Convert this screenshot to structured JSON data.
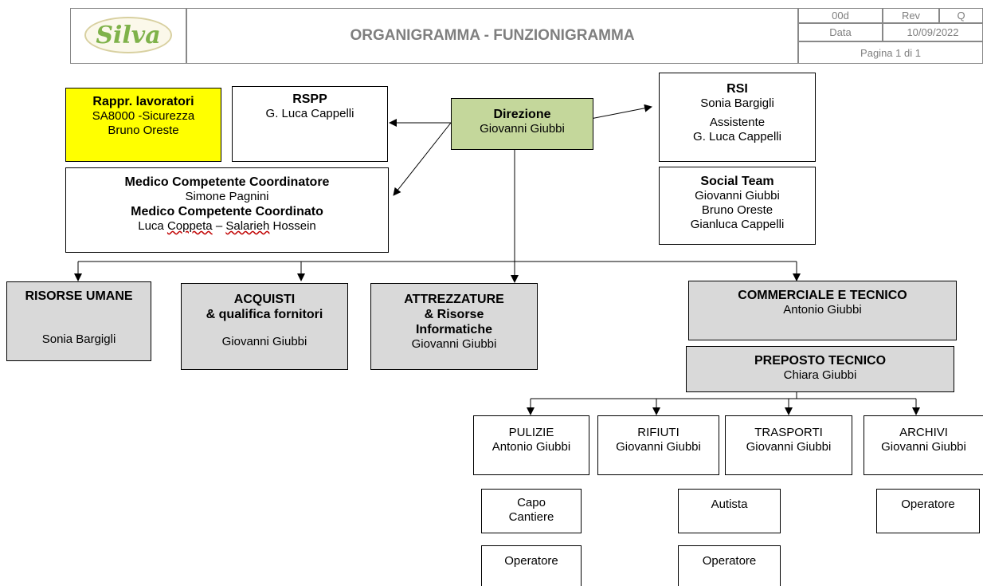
{
  "header": {
    "logo_text": "Silva",
    "title": "ORGANIGRAMMA - FUNZIONIGRAMMA",
    "code": "00d",
    "rev_label": "Rev",
    "rev_value": "Q",
    "date_label": "Data",
    "date_value": "10/09/2022",
    "page": "Pagina 1 di 1"
  },
  "rappr": {
    "title": "Rappr. lavoratori",
    "line1": "SA8000 -Sicurezza",
    "line2": "Bruno Oreste"
  },
  "rspp": {
    "title": "RSPP",
    "name": "G. Luca Cappelli"
  },
  "direzione": {
    "title": "Direzione",
    "name": "Giovanni Giubbi"
  },
  "rsi": {
    "title": "RSI",
    "name": "Sonia Bargigli",
    "role": "Assistente",
    "assistant": "G. Luca Cappelli"
  },
  "medico": {
    "title1": "Medico Competente Coordinatore",
    "name1": "Simone Pagnini",
    "title2": "Medico Competente Coordinato",
    "name2_a": "Luca",
    "name2_b": "Coppeta",
    "name2_c": " – ",
    "name2_d": "Salarieh",
    "name2_e": " Hossein"
  },
  "social": {
    "title": "Social Team",
    "m1": "Giovanni Giubbi",
    "m2": "Bruno Oreste",
    "m3": "Gianluca Cappelli"
  },
  "risorse": {
    "title": "RISORSE UMANE",
    "name": "Sonia Bargigli"
  },
  "acquisti": {
    "title1": "ACQUISTI",
    "title2": "& qualifica fornitori",
    "name": "Giovanni Giubbi"
  },
  "attrezzature": {
    "title1": "ATTREZZATURE",
    "title2": "& Risorse",
    "title3": "Informatiche",
    "name": "Giovanni Giubbi"
  },
  "commerciale": {
    "title": "COMMERCIALE E TECNICO",
    "name": "Antonio Giubbi"
  },
  "preposto": {
    "title": "PREPOSTO TECNICO",
    "name": "Chiara Giubbi"
  },
  "pulizie": {
    "title": "PULIZIE",
    "name": "Antonio Giubbi"
  },
  "rifiuti": {
    "title": "RIFIUTI",
    "name": "Giovanni Giubbi"
  },
  "trasporti": {
    "title": "TRASPORTI",
    "name": "Giovanni Giubbi"
  },
  "archivi": {
    "title": "ARCHIVI",
    "name": "Giovanni Giubbi"
  },
  "sub": {
    "capo1": "Capo",
    "capo2": "Cantiere",
    "operatore_pulizie": "Operatore",
    "autista": "Autista",
    "operatore_trasporti": "Operatore",
    "operatore_archivi": "Operatore"
  }
}
